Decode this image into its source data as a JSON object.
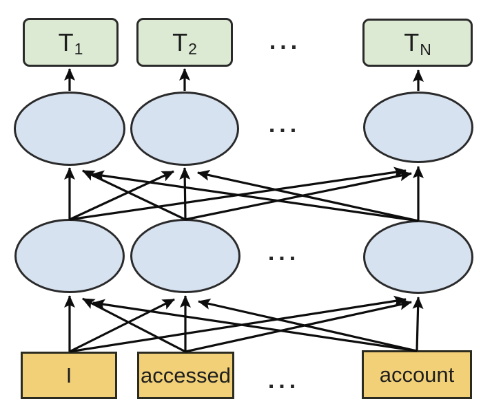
{
  "output_tokens": [
    {
      "base": "T",
      "sub": "1"
    },
    {
      "base": "T",
      "sub": "2"
    },
    {
      "base": "T",
      "sub": "N"
    }
  ],
  "input_tokens": [
    "I",
    "accessed",
    "account"
  ],
  "ellipsis": "...",
  "colors": {
    "output_box_fill": "#dcead3",
    "hidden_node_fill": "#d7e2f0",
    "input_box_fill": "#f1d078",
    "outline": "#2a2a2a",
    "arrow": "#0d0d0d"
  }
}
